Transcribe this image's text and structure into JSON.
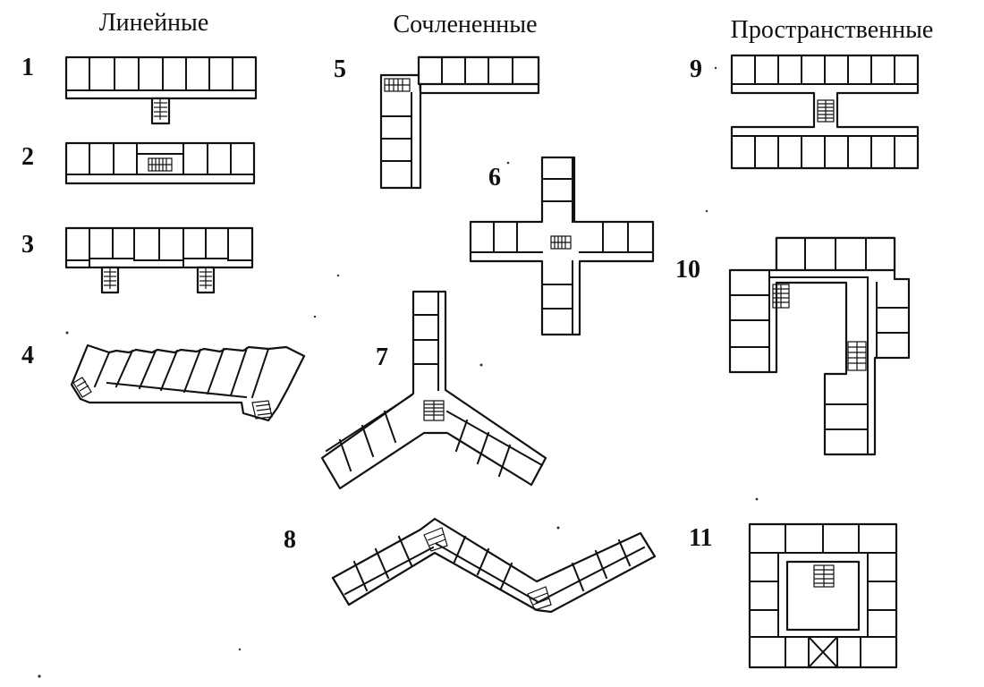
{
  "categories": [
    {
      "id": "linear",
      "title": "Линейные",
      "plans": [
        "1",
        "2",
        "3",
        "4"
      ]
    },
    {
      "id": "articulated",
      "title": "Сочлененные",
      "plans": [
        "5",
        "6",
        "7",
        "8"
      ]
    },
    {
      "id": "spatial",
      "title": "Пространственные",
      "plans": [
        "9",
        "10",
        "11"
      ]
    }
  ],
  "plans": [
    {
      "id": "1",
      "label": "1"
    },
    {
      "id": "2",
      "label": "2"
    },
    {
      "id": "3",
      "label": "3"
    },
    {
      "id": "4",
      "label": "4"
    },
    {
      "id": "5",
      "label": "5"
    },
    {
      "id": "6",
      "label": "6"
    },
    {
      "id": "7",
      "label": "7"
    },
    {
      "id": "8",
      "label": "8"
    },
    {
      "id": "9",
      "label": "9"
    },
    {
      "id": "10",
      "label": "10"
    },
    {
      "id": "11",
      "label": "11"
    }
  ]
}
